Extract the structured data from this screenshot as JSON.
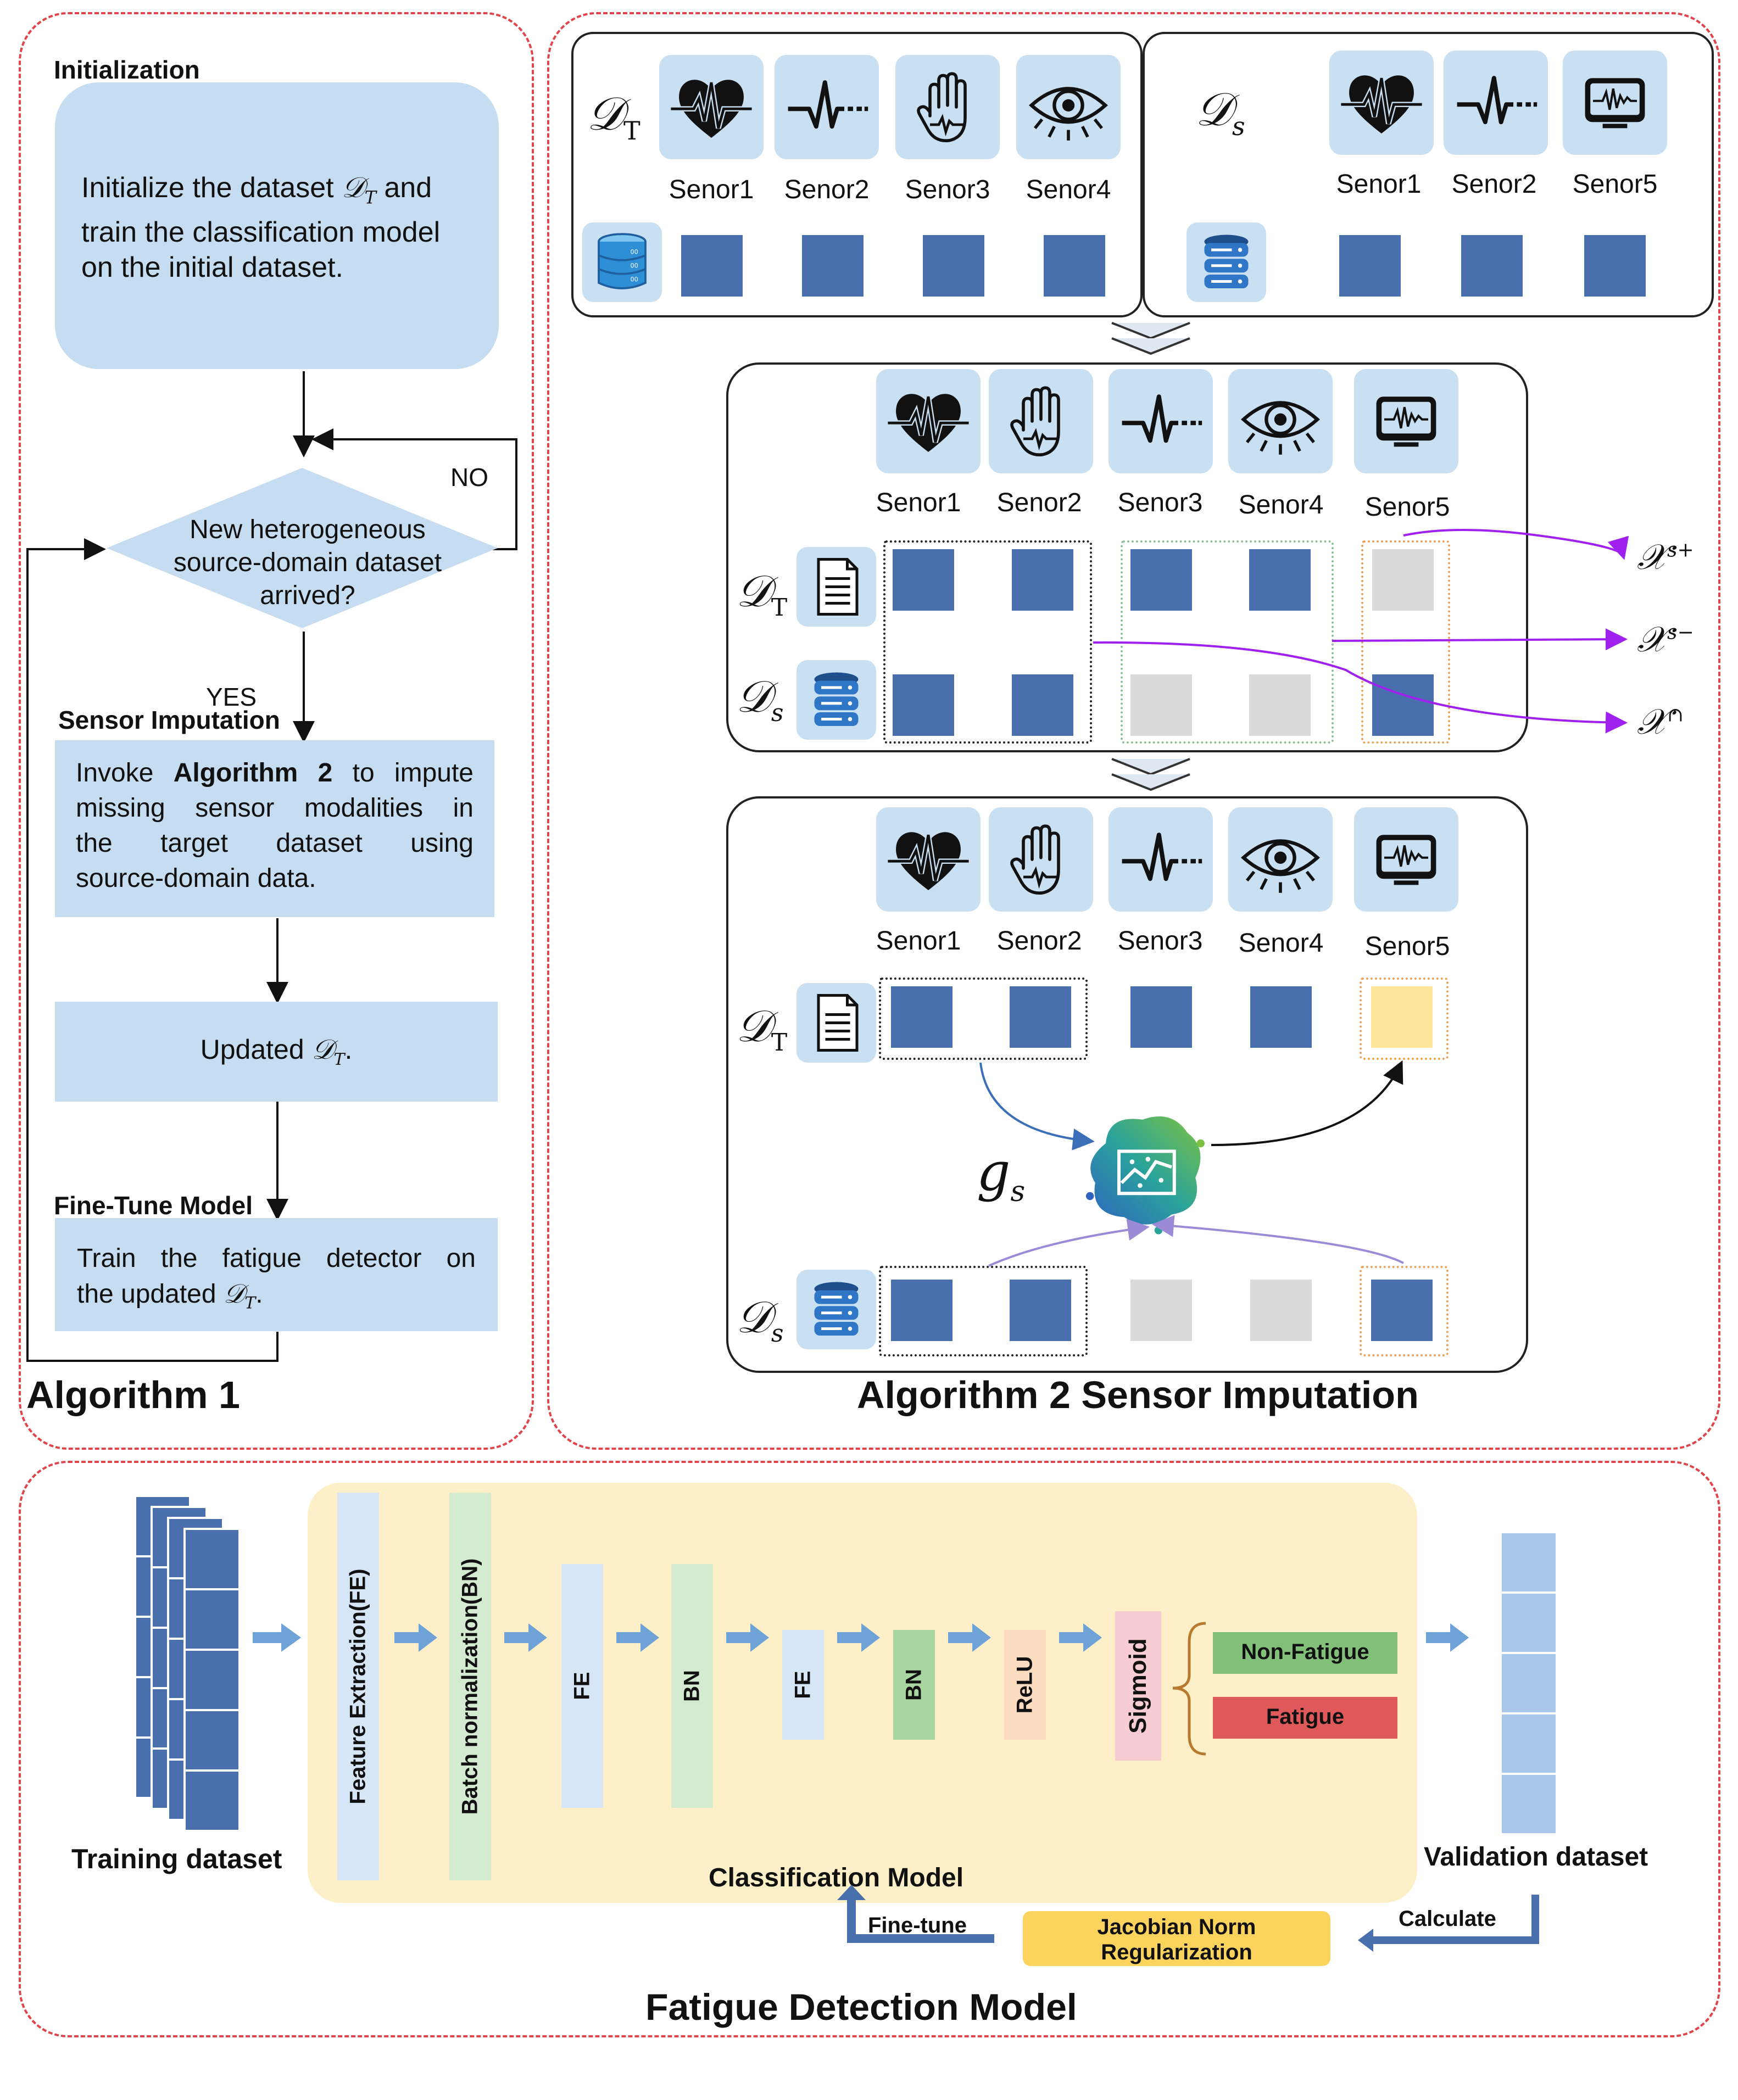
{
  "algorithm1": {
    "section_title": "Algorithm 1",
    "initialization_label": "Initialization",
    "init_text_part1": "Initialize the dataset",
    "init_text_part2": "and",
    "init_text_line2": "train the classification model",
    "init_text_line3": "on the initial dataset.",
    "decision_line1": "New heterogeneous",
    "decision_line2": "source-domain dataset",
    "decision_line3": "arrived?",
    "no_label": "NO",
    "yes_label": "YES",
    "sensor_imputation_label": "Sensor Imputation",
    "impute_text_pre": "Invoke",
    "impute_text_bold": "Algorithm 2",
    "impute_text_post": "to impute",
    "impute_line2": "missing sensor modalities in",
    "impute_line3": "the target dataset using",
    "impute_line4": "source-domain data.",
    "updated_text": "Updated",
    "finetune_label": "Fine-Tune Model",
    "finetune_line1": "Train the fatigue detector on",
    "finetune_line2": "the updated"
  },
  "symbols": {
    "dt": "𝒟",
    "dt_sub": "T",
    "ds": "𝒟",
    "ds_sub": "s",
    "x_pos": "𝒳",
    "x_pos_sup": "s+",
    "x_neg": "𝒳",
    "x_neg_sup": "s−",
    "x_cap": "𝒳",
    "x_cap_sup": "∩",
    "g": "g",
    "g_sub": "s"
  },
  "algorithm2": {
    "section_title": "Algorithm 2 Sensor Imputation",
    "target_sensors": [
      "Senor1",
      "Senor2",
      "Senor3",
      "Senor4"
    ],
    "source_sensors": [
      "Senor1",
      "Senor2",
      "Senor5"
    ],
    "merged_sensors": [
      "Senor1",
      "Senor2",
      "Senor3",
      "Senor4",
      "Senor5"
    ],
    "imputed_sensors": [
      "Senor1",
      "Senor2",
      "Senor3",
      "Senor4",
      "Senor5"
    ]
  },
  "fatigue_model": {
    "section_title": "Fatigue Detection Model",
    "training_dataset": "Training dataset",
    "validation_dataset": "Validation dataset",
    "classification_model": "Classification Model",
    "layers": {
      "fe_long": "Feature Extraction(FE)",
      "bn_long": "Batch normalization(BN)",
      "fe": "FE",
      "bn": "BN",
      "fe2": "FE",
      "bn2": "BN",
      "relu": "ReLU",
      "sigmoid": "Sigmoid"
    },
    "outputs": {
      "non_fatigue": "Non-Fatigue",
      "fatigue": "Fatigue"
    },
    "jacobian_line1": "Jacobian Norm",
    "jacobian_line2": "Regularization",
    "calculate": "Calculate",
    "finetune": "Fine-tune"
  },
  "colors": {
    "dash_red": "#e0454b",
    "square_blue": "#4a6fad",
    "square_gray": "#d9d9d9",
    "square_yellow": "#ffe699",
    "model_bg": "#fdf0c8",
    "non_fatigue_green": "#82c07a",
    "fatigue_red": "#e0595a",
    "jacobian_yellow": "#fbd35d",
    "arrow_blue": "#6fa3d8",
    "purple": "#a020f0"
  }
}
